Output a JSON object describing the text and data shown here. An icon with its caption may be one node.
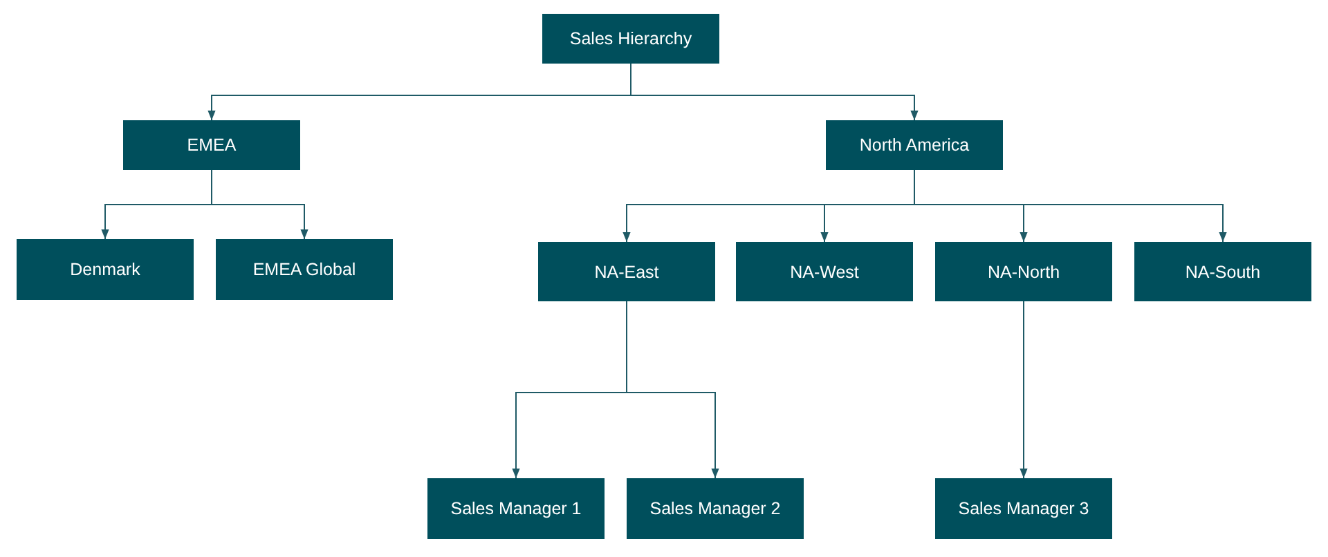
{
  "diagram": {
    "nodes": [
      {
        "text": [
          "Sales Hierarchy"
        ]
      },
      {
        "text": [
          "EMEA"
        ]
      },
      {
        "text": [
          "North America"
        ]
      },
      {
        "text": [
          "Denmark"
        ]
      },
      {
        "text": [
          "EMEA Global"
        ]
      },
      {
        "text": [
          "NA-East"
        ]
      },
      {
        "text": [
          "NA-West"
        ]
      },
      {
        "text": [
          "NA-North"
        ]
      },
      {
        "text": [
          "NA-South"
        ]
      },
      {
        "text": [
          "Sales Manager 1"
        ]
      },
      {
        "text": [
          "Sales Manager 2"
        ]
      },
      {
        "text": [
          "Sales Manager 3"
        ]
      }
    ],
    "edges": [
      {
        "from": 0,
        "to": 1,
        "arrow": "to"
      },
      {
        "from": 0,
        "to": 2,
        "arrow": "to"
      },
      {
        "from": 1,
        "to": 3,
        "arrow": "to"
      },
      {
        "from": 1,
        "to": 4,
        "arrow": "to"
      },
      {
        "from": 2,
        "to": 5,
        "arrow": "to"
      },
      {
        "from": 2,
        "to": 6,
        "arrow": "to"
      },
      {
        "from": 2,
        "to": 7,
        "arrow": "to"
      },
      {
        "from": 2,
        "to": 8,
        "arrow": "to"
      },
      {
        "from": 5,
        "to": 9,
        "arrow": "to"
      },
      {
        "from": 5,
        "to": 10,
        "arrow": "to"
      },
      {
        "from": 7,
        "to": 11,
        "arrow": "to"
      }
    ]
  }
}
